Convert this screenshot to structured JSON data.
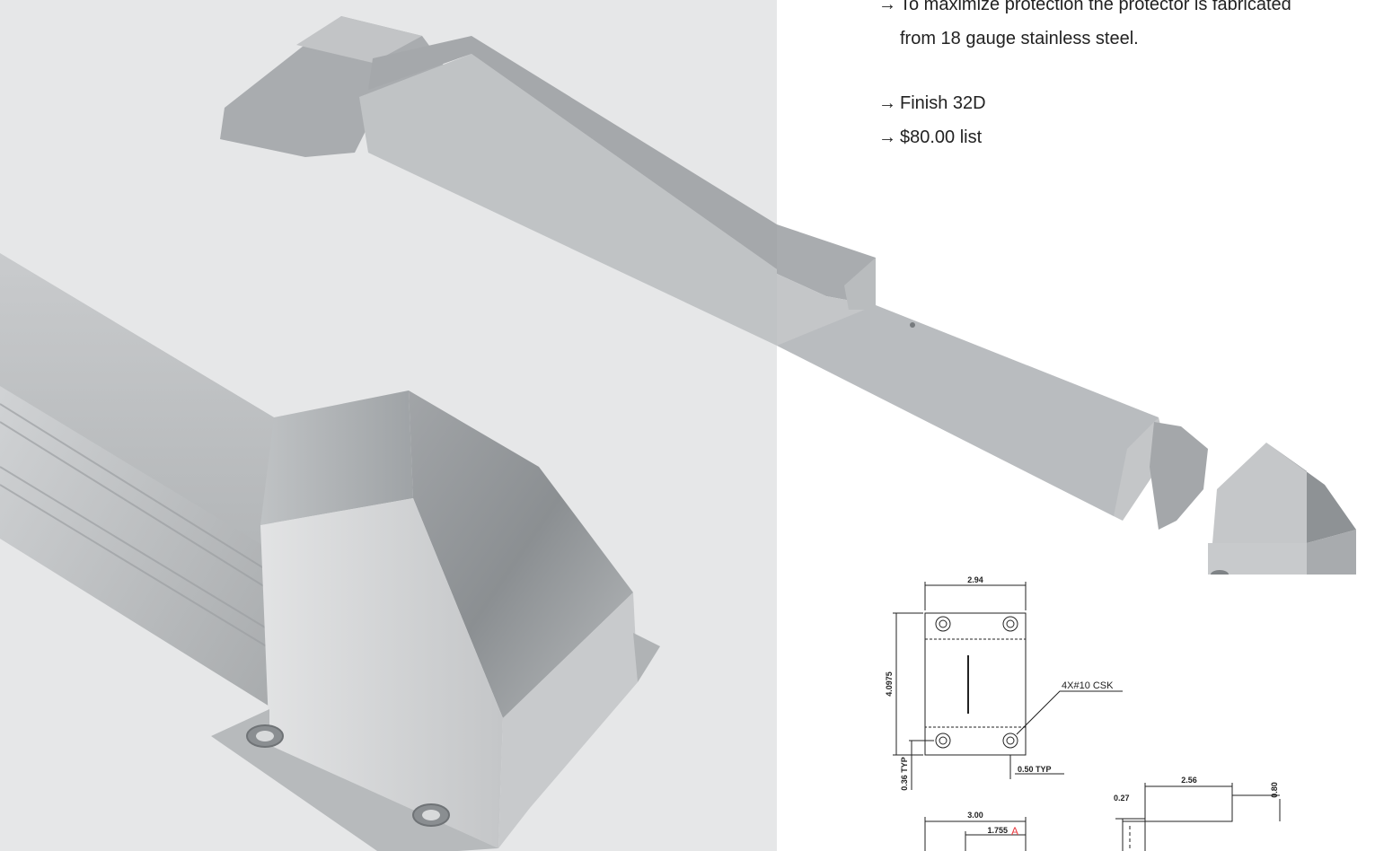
{
  "features": [
    {
      "line1": "To maximize protection the protector is fabricated",
      "line2": "from 18 gauge stainless steel."
    },
    {
      "line1": "Finish 32D"
    },
    {
      "line1": "$80.00 list"
    }
  ],
  "bullet_glyph": "→",
  "drawing": {
    "top_width": "2.94",
    "height": "4.0975",
    "hole_spec": "4X#10 CSK",
    "edge_offset": "0.36 TYP",
    "hole_inset": "0.50 TYP",
    "front_width": "3.00",
    "front_inner": "1.755",
    "front_inner_ref": "A",
    "side_width": "2.56",
    "side_lip": "0.27",
    "side_height": "0.80"
  },
  "colors": {
    "panel_bg": "#e6e7e8",
    "steel_light": "#d4d6d8",
    "steel_mid": "#a9adb0",
    "steel_dark": "#7d8184",
    "ref_red": "#e8383d"
  }
}
